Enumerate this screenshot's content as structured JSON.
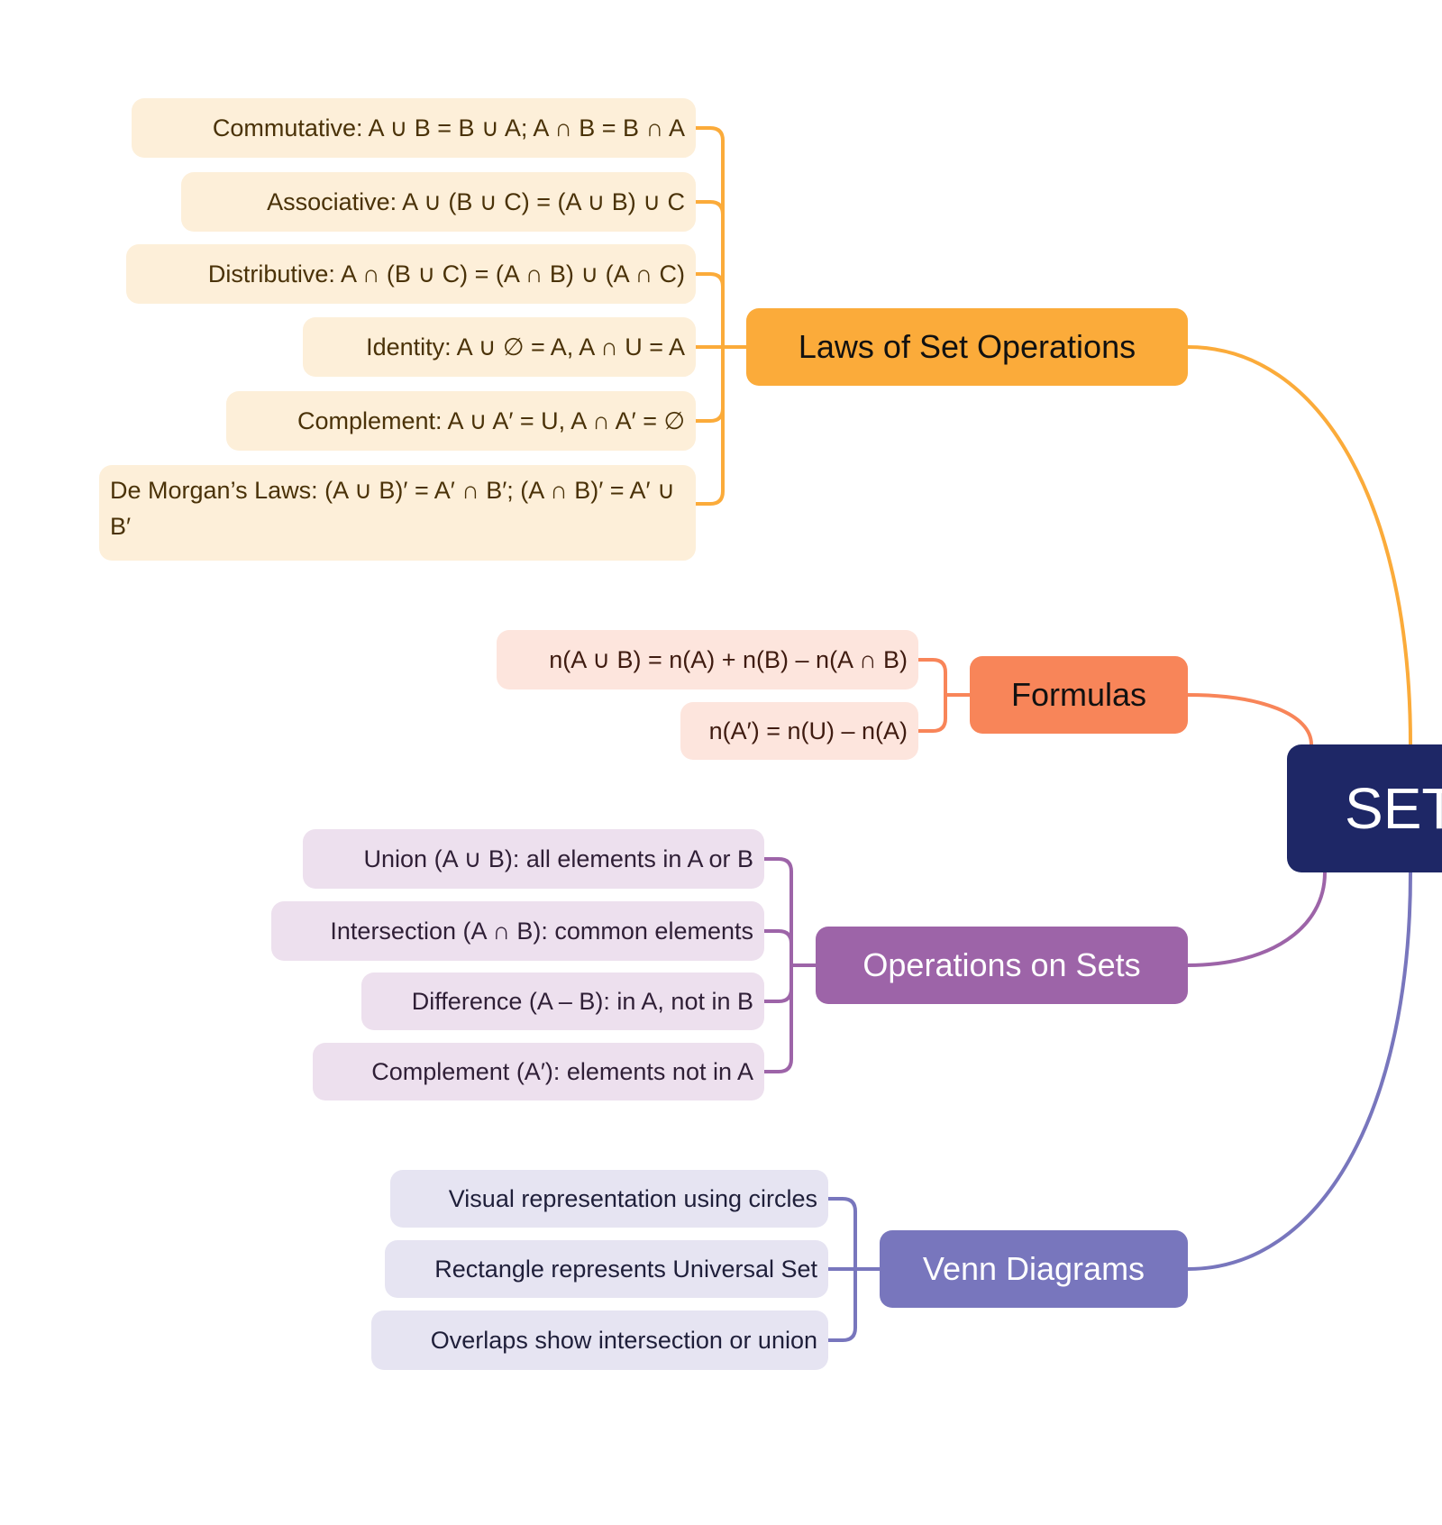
{
  "root": {
    "label": "SET",
    "color": "#1e2766"
  },
  "branches": [
    {
      "id": "laws",
      "label": "Laws of Set Operations",
      "color": "#fbab3a",
      "leaf_color": "#fdefd9",
      "items": [
        "Commutative: A ∪ B = B ∪ A; A ∩ B = B ∩ A",
        "Associative: A ∪ (B ∪ C) = (A ∪ B) ∪ C",
        "Distributive: A ∩ (B ∪ C) = (A ∩ B) ∪ (A ∩ C)",
        "Identity: A ∪ ∅ = A, A ∩ U = A",
        "Complement: A ∪ A′ = U, A ∩ A′ = ∅",
        "De Morgan’s Laws: (A ∪ B)′ = A′ ∩ B′; (A ∩ B)′ = A′ ∪ B′"
      ]
    },
    {
      "id": "formulas",
      "label": "Formulas",
      "color": "#f88559",
      "leaf_color": "#fde5dd",
      "items": [
        "n(A ∪ B) = n(A) + n(B) – n(A ∩ B)",
        "n(A′) = n(U) – n(A)"
      ]
    },
    {
      "id": "operations",
      "label": "Operations on Sets",
      "color": "#9d64a8",
      "leaf_color": "#ede0ee",
      "items": [
        "Union (A ∪ B): all elements in A or B",
        "Intersection (A ∩ B): common elements",
        "Difference (A – B): in A, not in B",
        "Complement (A′): elements not in A"
      ]
    },
    {
      "id": "venn",
      "label": "Venn Diagrams",
      "color": "#7876bd",
      "leaf_color": "#e6e4f2",
      "items": [
        "Visual representation using circles",
        "Rectangle represents Universal Set",
        "Overlaps show intersection or union"
      ]
    }
  ]
}
